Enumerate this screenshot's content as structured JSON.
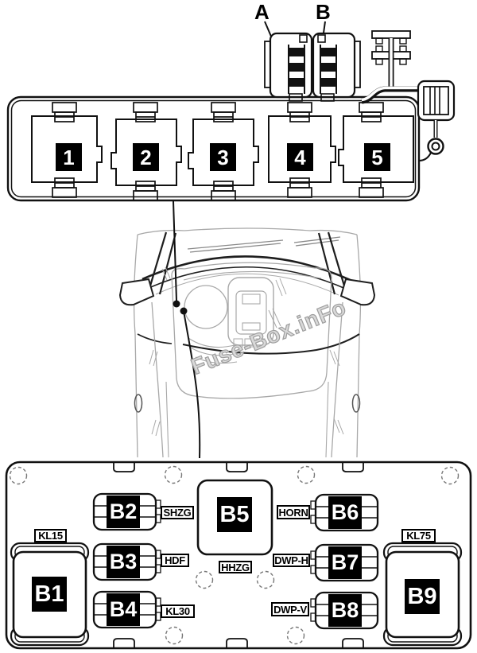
{
  "relay_carrier": {
    "connector_a_label": "A",
    "connector_b_label": "B",
    "relays": [
      {
        "number": "1"
      },
      {
        "number": "2"
      },
      {
        "number": "3"
      },
      {
        "number": "4"
      },
      {
        "number": "5"
      }
    ]
  },
  "car_view": {
    "watermark": "Fuse-Box.inFo"
  },
  "fuse_panel": {
    "large_fuses": [
      {
        "id": "B1",
        "circuit": "KL15"
      },
      {
        "id": "B5",
        "circuit": "HHZG"
      },
      {
        "id": "B9",
        "circuit": "KL75"
      }
    ],
    "small_fuses": [
      {
        "id": "B2",
        "circuit": "SHZG"
      },
      {
        "id": "B3",
        "circuit": "HDF"
      },
      {
        "id": "B4",
        "circuit": "KL30"
      },
      {
        "id": "B6",
        "circuit": "HORN"
      },
      {
        "id": "B7",
        "circuit": "DWP-H"
      },
      {
        "id": "B8",
        "circuit": "DWP-V"
      }
    ]
  }
}
